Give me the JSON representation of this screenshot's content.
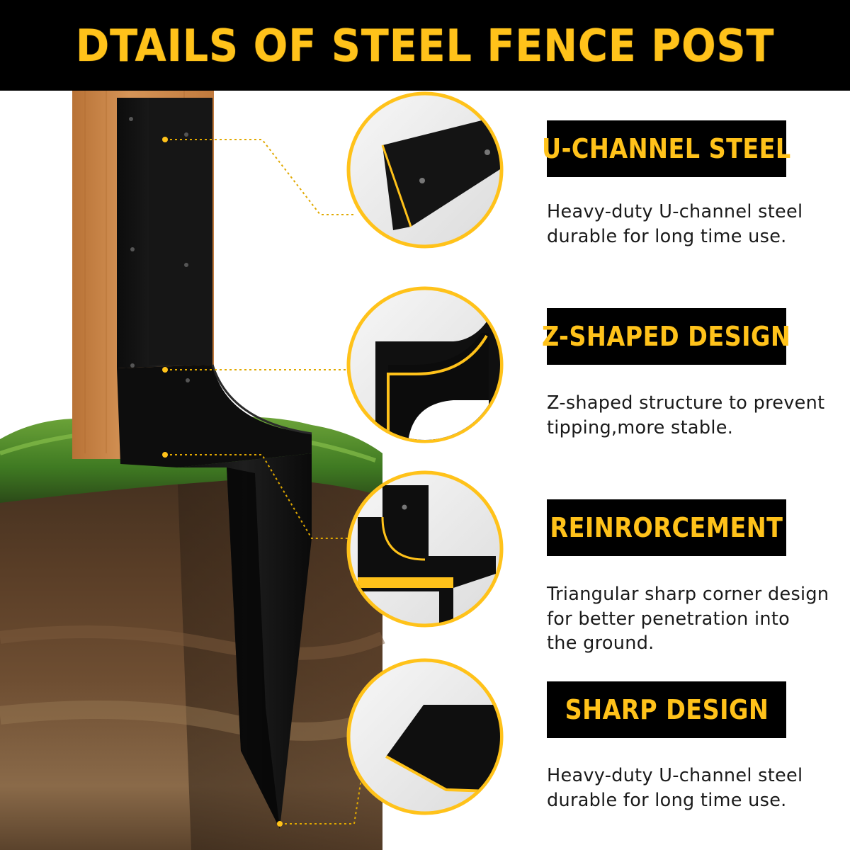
{
  "title": "DTAILS OF STEEL FENCE POST",
  "colors": {
    "accent": "#ffc21a",
    "banner": "#000000",
    "text": "#1a1a1a",
    "steel": "#111111",
    "wood": "#c8844a"
  },
  "features": [
    {
      "title": "U-CHANNEL STEEL",
      "description": [
        "Heavy-duty U-channel steel",
        "durable for long time use."
      ],
      "detail_image": "u-channel-closeup"
    },
    {
      "title": "Z-SHAPED DESIGN",
      "description": [
        "Z-shaped structure to prevent",
        "tipping,more stable."
      ],
      "detail_image": "z-bracket-closeup"
    },
    {
      "title": "REINRORCEMENT",
      "description": [
        "Triangular sharp corner design",
        "for better penetration into",
        "the ground."
      ],
      "detail_image": "reinforcement-closeup"
    },
    {
      "title": "SHARP DESIGN",
      "description": [
        "Heavy-duty U-channel steel",
        "durable for long time use."
      ],
      "detail_image": "sharp-tip-closeup"
    }
  ]
}
